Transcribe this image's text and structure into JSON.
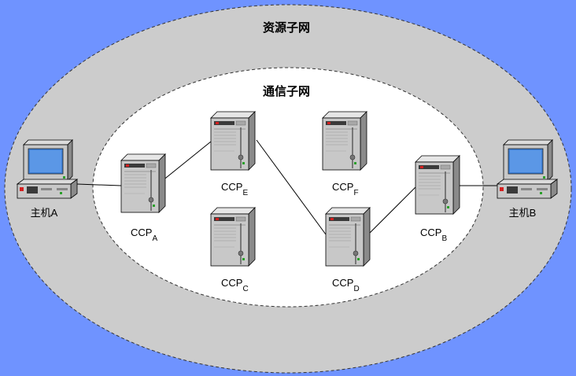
{
  "zones": {
    "resource_subnet": "资源子网",
    "communication_subnet": "通信子网"
  },
  "hosts": [
    {
      "id": "host-a",
      "label": "主机A"
    },
    {
      "id": "host-b",
      "label": "主机B"
    }
  ],
  "nodes": [
    {
      "id": "ccp-a",
      "base": "CCP",
      "sub": "A"
    },
    {
      "id": "ccp-e",
      "base": "CCP",
      "sub": "E"
    },
    {
      "id": "ccp-f",
      "base": "CCP",
      "sub": "F"
    },
    {
      "id": "ccp-c",
      "base": "CCP",
      "sub": "C"
    },
    {
      "id": "ccp-d",
      "base": "CCP",
      "sub": "D"
    },
    {
      "id": "ccp-b",
      "base": "CCP",
      "sub": "B"
    }
  ],
  "links": [
    [
      "host-a",
      "ccp-a"
    ],
    [
      "ccp-a",
      "ccp-e"
    ],
    [
      "ccp-e",
      "ccp-d"
    ],
    [
      "ccp-d",
      "ccp-b"
    ],
    [
      "ccp-b",
      "host-b"
    ]
  ],
  "colors": {
    "background": "#6f93ff",
    "outer_region": "#cccccc",
    "inner_region": "#ffffff",
    "server_body": "#c8c8c8",
    "screen": "#3d7fd6"
  }
}
